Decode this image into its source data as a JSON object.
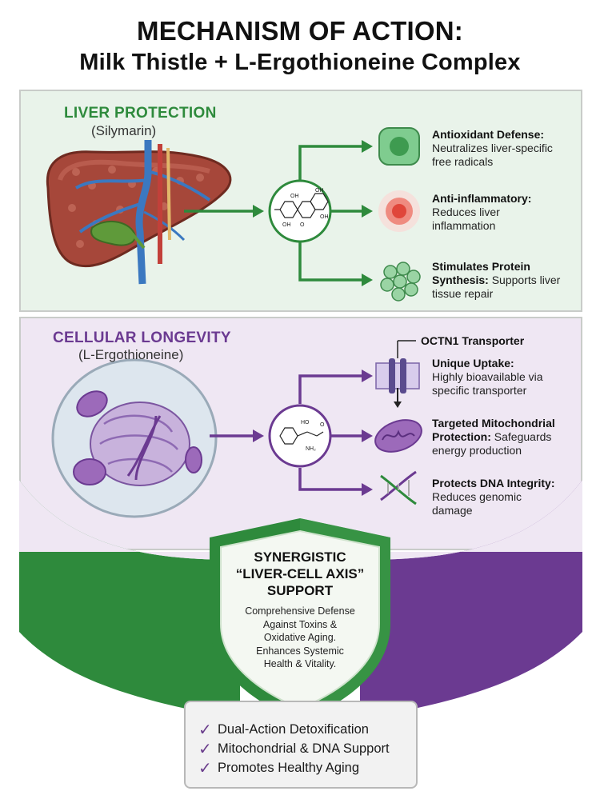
{
  "header": {
    "title_line1": "MECHANISM OF ACTION:",
    "title_line2": "Milk Thistle + L-Ergothioneine Complex"
  },
  "liver_panel": {
    "heading": "LIVER PROTECTION",
    "subheading": "(Silymarin)",
    "molecule_labels": [
      "OH",
      "OH",
      "OH",
      "O",
      "OH"
    ],
    "benefits": [
      {
        "title": "Antioxidant Defense:",
        "text_line1": "Neutralizes liver-specific",
        "text_line2": "free radicals"
      },
      {
        "title": "Anti-inflammatory:",
        "text_line1": "Reduces liver",
        "text_line2": "inflammation"
      },
      {
        "title_line1": "Stimulates Protein",
        "title_line2": "Synthesis:",
        "text_line1": "Supports liver",
        "text_line2": "tissue repair"
      }
    ]
  },
  "cell_panel": {
    "heading": "CELLULAR LONGEVITY",
    "subheading": "(L-Ergothioneine)",
    "transporter_label": "OCTN1 Transporter",
    "molecule_labels": [
      "HO",
      "NH₂",
      "O"
    ],
    "benefits": [
      {
        "title": "Unique Uptake:",
        "text_line1": "Highly bioavailable via",
        "text_line2": "specific transporter"
      },
      {
        "title_line1": "Targeted Mitochondrial",
        "title_line2": "Protection:",
        "text_line1": "Safeguards",
        "text_line2": "energy production"
      },
      {
        "title": "Protects DNA Integrity:",
        "text_line1": "Reduces genomic",
        "text_line2": "damage"
      }
    ]
  },
  "shield": {
    "title_line1": "SYNERGISTIC",
    "title_line2": "“LIVER-CELL AXIS”",
    "title_line3": "SUPPORT",
    "body_line1": "Comprehensive Defense",
    "body_line2": "Against Toxins &",
    "body_line3": "Oxidative Aging.",
    "body_line4": "Enhances Systemic",
    "body_line5": "Health & Vitality."
  },
  "checklist": {
    "items": [
      "Dual-Action Detoxification",
      "Mitochondrial & DNA Support",
      "Promotes Healthy Aging"
    ]
  },
  "colors": {
    "green": "#2e8a3c",
    "purple": "#6b3a91",
    "liver_red": "#a6473a",
    "vessel_blue": "#3b78c0"
  }
}
